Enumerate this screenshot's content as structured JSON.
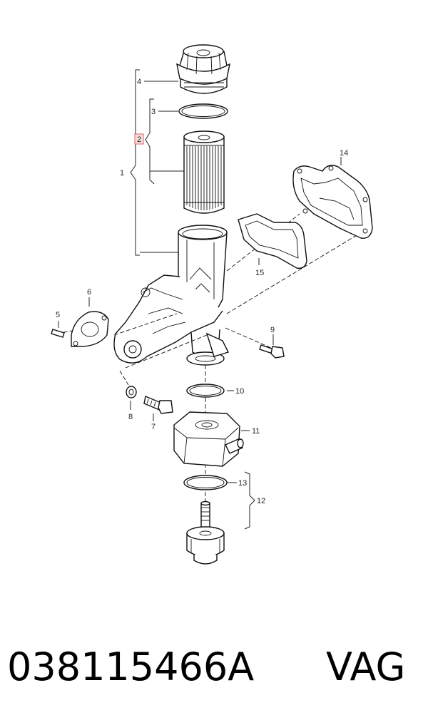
{
  "callouts": [
    {
      "id": "c1",
      "text": "1"
    },
    {
      "id": "c2",
      "text": "2",
      "highlighted": true
    },
    {
      "id": "c3",
      "text": "3"
    },
    {
      "id": "c4",
      "text": "4"
    },
    {
      "id": "c5",
      "text": "5"
    },
    {
      "id": "c6",
      "text": "6"
    },
    {
      "id": "c7",
      "text": "7"
    },
    {
      "id": "c8",
      "text": "8"
    },
    {
      "id": "c9",
      "text": "9"
    },
    {
      "id": "c10",
      "text": "10"
    },
    {
      "id": "c11",
      "text": "11"
    },
    {
      "id": "c12",
      "text": "12"
    },
    {
      "id": "c13",
      "text": "13"
    },
    {
      "id": "c14",
      "text": "14"
    },
    {
      "id": "c15",
      "text": "15"
    }
  ],
  "caption": {
    "part_number": "038115466A",
    "brand": "VAG"
  },
  "colors": {
    "highlight_box": "#e06060",
    "highlight_fill": "#f9dede",
    "line": "#222222"
  }
}
